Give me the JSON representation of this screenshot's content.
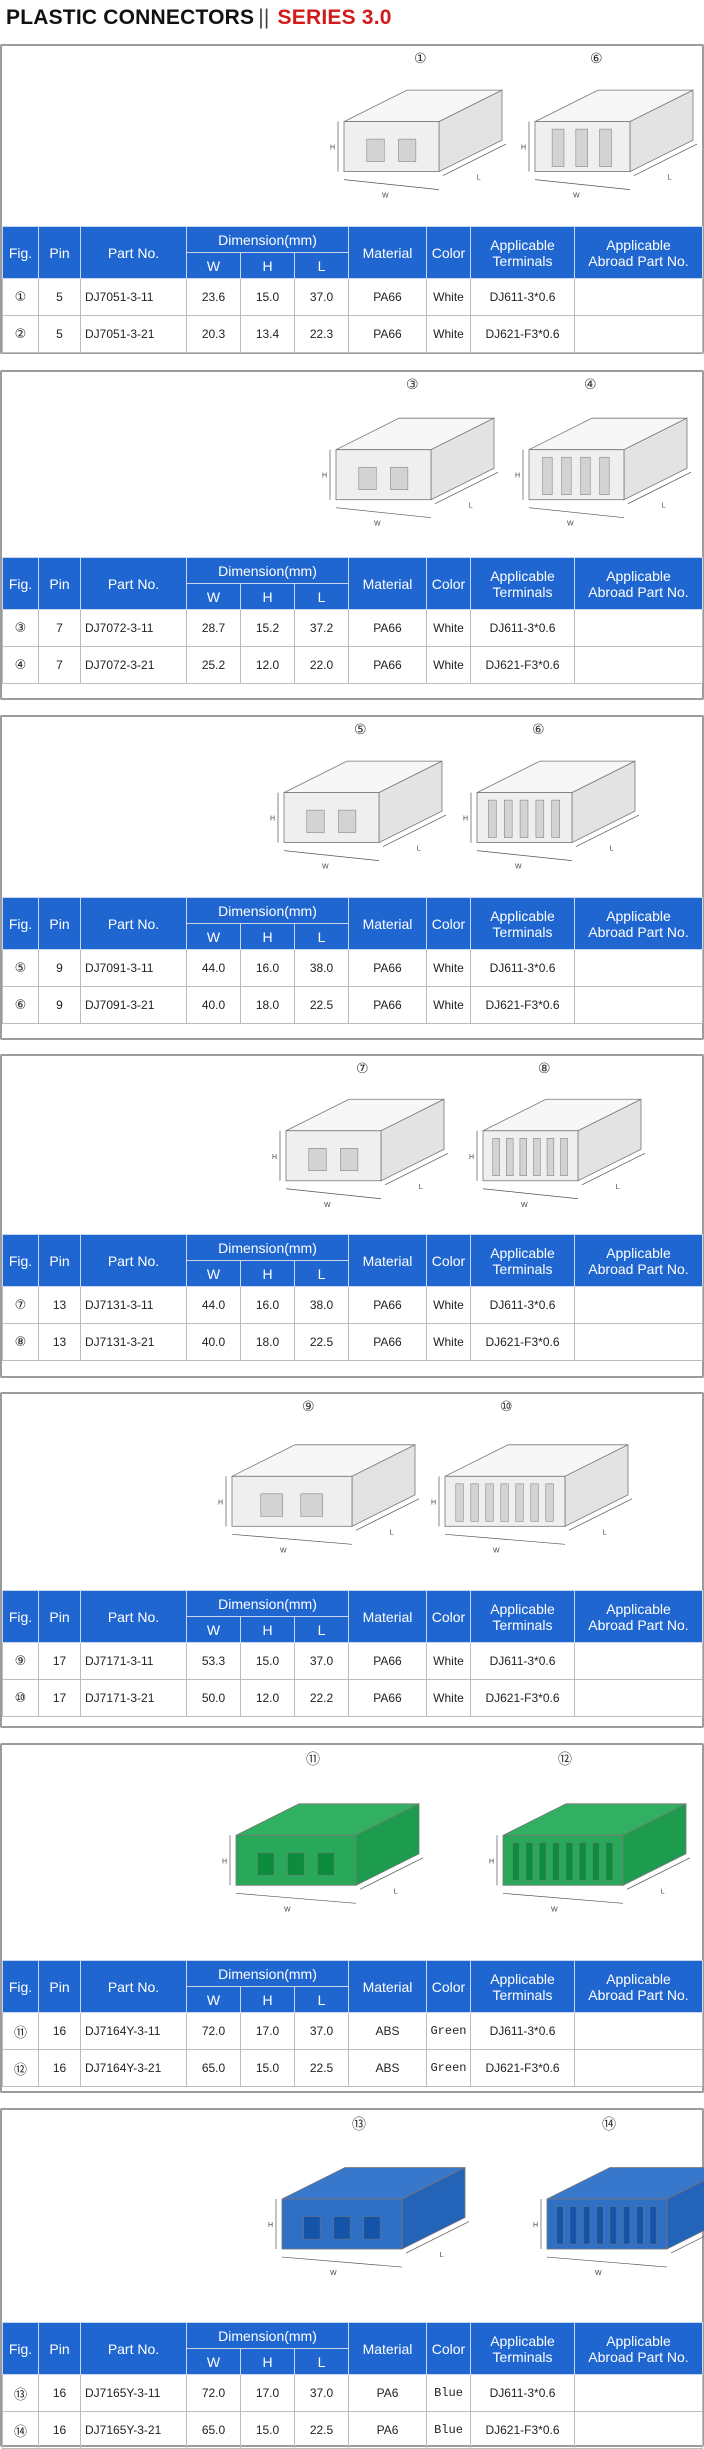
{
  "header": {
    "title": "PLASTIC CONNECTORS",
    "separator": "||",
    "series": "SERIES 3.0"
  },
  "table_headers": {
    "fig": "Fig.",
    "pin": "Pin",
    "part_no": "Part No.",
    "dimension": "Dimension(mm)",
    "w": "W",
    "h": "H",
    "l": "L",
    "material": "Material",
    "color": "Color",
    "terminals_1": "Applicable",
    "terminals_2": "Terminals",
    "abroad_1": "Applicable",
    "abroad_2": "Abroad Part No."
  },
  "sections": [
    {
      "figs": [
        "①",
        "⑥"
      ],
      "body_color": "#efefef",
      "rows": [
        {
          "fig": "①",
          "pin": "5",
          "part_no": "DJ7051-3-11",
          "w": "23.6",
          "h": "15.0",
          "l": "37.0",
          "material": "PA66",
          "color": "White",
          "terminals": "DJ611-3*0.6",
          "abroad": ""
        },
        {
          "fig": "②",
          "pin": "5",
          "part_no": "DJ7051-3-21",
          "w": "20.3",
          "h": "13.4",
          "l": "22.3",
          "material": "PA66",
          "color": "White",
          "terminals": "DJ621-F3*0.6",
          "abroad": ""
        }
      ]
    },
    {
      "figs": [
        "③",
        "④"
      ],
      "body_color": "#efefef",
      "rows": [
        {
          "fig": "③",
          "pin": "7",
          "part_no": "DJ7072-3-11",
          "w": "28.7",
          "h": "15.2",
          "l": "37.2",
          "material": "PA66",
          "color": "White",
          "terminals": "DJ611-3*0.6",
          "abroad": ""
        },
        {
          "fig": "④",
          "pin": "7",
          "part_no": "DJ7072-3-21",
          "w": "25.2",
          "h": "12.0",
          "l": "22.0",
          "material": "PA66",
          "color": "White",
          "terminals": "DJ621-F3*0.6",
          "abroad": ""
        }
      ]
    },
    {
      "figs": [
        "⑤",
        "⑥"
      ],
      "body_color": "#efefef",
      "rows": [
        {
          "fig": "⑤",
          "pin": "9",
          "part_no": "DJ7091-3-11",
          "w": "44.0",
          "h": "16.0",
          "l": "38.0",
          "material": "PA66",
          "color": "White",
          "terminals": "DJ611-3*0.6",
          "abroad": ""
        },
        {
          "fig": "⑥",
          "pin": "9",
          "part_no": "DJ7091-3-21",
          "w": "40.0",
          "h": "18.0",
          "l": "22.5",
          "material": "PA66",
          "color": "White",
          "terminals": "DJ621-F3*0.6",
          "abroad": ""
        }
      ]
    },
    {
      "figs": [
        "⑦",
        "⑧"
      ],
      "body_color": "#efefef",
      "rows": [
        {
          "fig": "⑦",
          "pin": "13",
          "part_no": "DJ7131-3-11",
          "w": "44.0",
          "h": "16.0",
          "l": "38.0",
          "material": "PA66",
          "color": "White",
          "terminals": "DJ611-3*0.6",
          "abroad": ""
        },
        {
          "fig": "⑧",
          "pin": "13",
          "part_no": "DJ7131-3-21",
          "w": "40.0",
          "h": "18.0",
          "l": "22.5",
          "material": "PA66",
          "color": "White",
          "terminals": "DJ621-F3*0.6",
          "abroad": ""
        }
      ]
    },
    {
      "figs": [
        "⑨",
        "⑩"
      ],
      "body_color": "#efefef",
      "rows": [
        {
          "fig": "⑨",
          "pin": "17",
          "part_no": "DJ7171-3-11",
          "w": "53.3",
          "h": "15.0",
          "l": "37.0",
          "material": "PA66",
          "color": "White",
          "terminals": "DJ611-3*0.6",
          "abroad": ""
        },
        {
          "fig": "⑩",
          "pin": "17",
          "part_no": "DJ7171-3-21",
          "w": "50.0",
          "h": "12.0",
          "l": "22.2",
          "material": "PA66",
          "color": "White",
          "terminals": "DJ621-F3*0.6",
          "abroad": ""
        }
      ]
    },
    {
      "figs": [
        "⑪",
        "⑫"
      ],
      "body_color": "#2aa85a",
      "rows": [
        {
          "fig": "⑪",
          "pin": "16",
          "part_no": "DJ7164Y-3-11",
          "w": "72.0",
          "h": "17.0",
          "l": "37.0",
          "material": "ABS",
          "color": "Green",
          "terminals": "DJ611-3*0.6",
          "abroad": ""
        },
        {
          "fig": "⑫",
          "pin": "16",
          "part_no": "DJ7164Y-3-21",
          "w": "65.0",
          "h": "15.0",
          "l": "22.5",
          "material": "ABS",
          "color": "Green",
          "terminals": "DJ621-F3*0.6",
          "abroad": ""
        }
      ]
    },
    {
      "figs": [
        "⑬",
        "⑭"
      ],
      "body_color": "#2f6fc4",
      "rows": [
        {
          "fig": "⑬",
          "pin": "16",
          "part_no": "DJ7165Y-3-11",
          "w": "72.0",
          "h": "17.0",
          "l": "37.0",
          "material": "PA6",
          "color": "Blue",
          "terminals": "DJ611-3*0.6",
          "abroad": ""
        },
        {
          "fig": "⑭",
          "pin": "16",
          "part_no": "DJ7165Y-3-21",
          "w": "65.0",
          "h": "15.0",
          "l": "22.5",
          "material": "PA6",
          "color": "Blue",
          "terminals": "DJ621-F3*0.6",
          "abroad": ""
        }
      ]
    }
  ],
  "drawing_labels": {
    "w": "W",
    "h": "H",
    "l": "L"
  },
  "colors": {
    "header_blue": "#1f66d0",
    "series_red": "#d21a1a",
    "border_gray": "#9b9b9b"
  }
}
